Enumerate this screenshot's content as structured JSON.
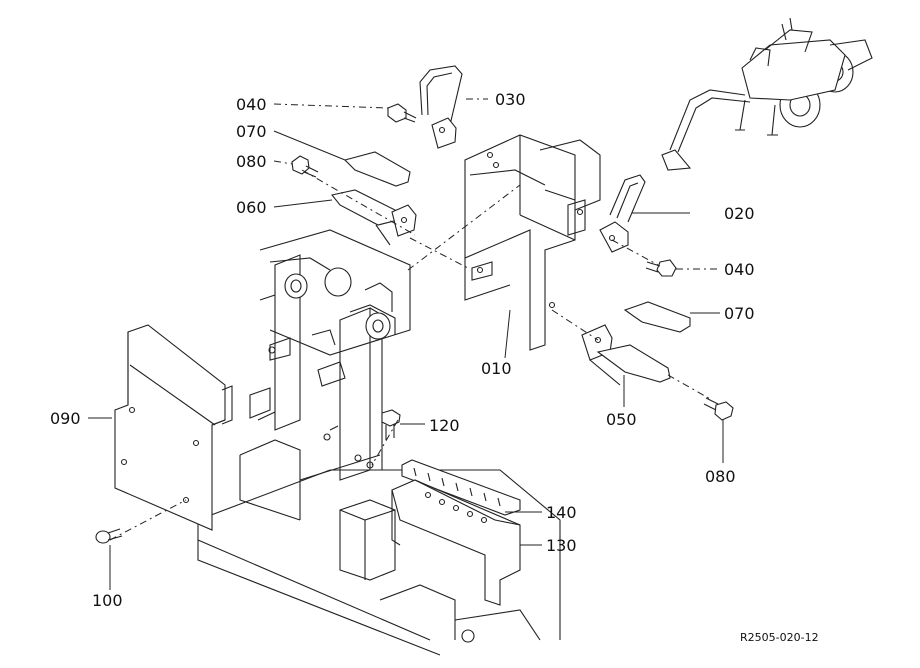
{
  "diagram": {
    "reference_code": "R2505-020-12",
    "parts": [
      {
        "id": "010",
        "label": "010"
      },
      {
        "id": "020",
        "label": "020"
      },
      {
        "id": "030",
        "label": "030"
      },
      {
        "id": "040a",
        "label": "040"
      },
      {
        "id": "040b",
        "label": "040"
      },
      {
        "id": "050",
        "label": "050"
      },
      {
        "id": "060",
        "label": "060"
      },
      {
        "id": "070a",
        "label": "070"
      },
      {
        "id": "070b",
        "label": "070"
      },
      {
        "id": "080a",
        "label": "080"
      },
      {
        "id": "080b",
        "label": "080"
      },
      {
        "id": "090",
        "label": "090"
      },
      {
        "id": "100",
        "label": "100"
      },
      {
        "id": "120",
        "label": "120"
      },
      {
        "id": "130",
        "label": "130"
      },
      {
        "id": "140",
        "label": "140"
      }
    ]
  }
}
